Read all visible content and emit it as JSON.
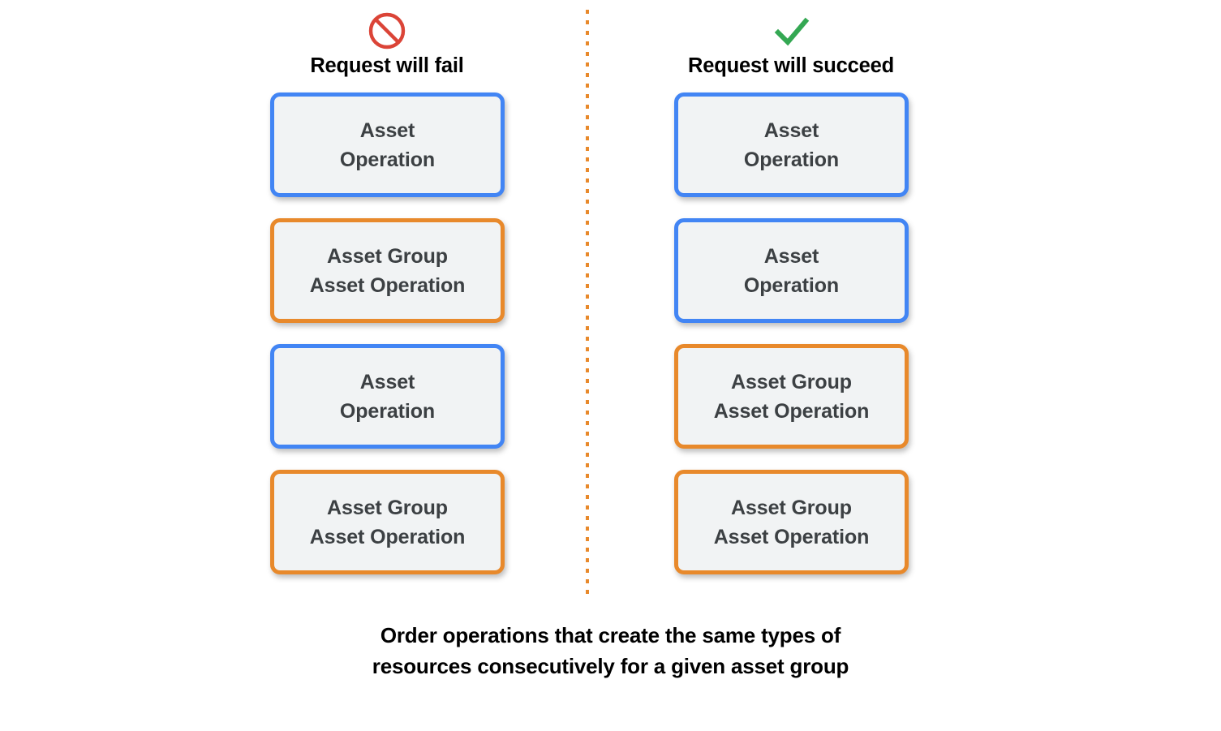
{
  "colors": {
    "blue": "#4285F4",
    "orange": "#E8892B",
    "card_fill": "#F1F3F4",
    "card_text": "#3C4043",
    "heading_text": "#000000",
    "fail_icon": "#DB4437",
    "success_icon": "#34A853",
    "background": "#FFFFFF"
  },
  "columns": [
    {
      "id": "fail",
      "icon": "prohibition-icon",
      "header": "Request will fail",
      "cards": [
        {
          "type": "asset-operation",
          "color": "blue",
          "text": "Asset\nOperation"
        },
        {
          "type": "asset-group-asset-operation",
          "color": "orange",
          "text": "Asset Group\nAsset Operation"
        },
        {
          "type": "asset-operation",
          "color": "blue",
          "text": "Asset\nOperation"
        },
        {
          "type": "asset-group-asset-operation",
          "color": "orange",
          "text": "Asset Group\nAsset Operation"
        }
      ]
    },
    {
      "id": "succeed",
      "icon": "checkmark-icon",
      "header": "Request will succeed",
      "cards": [
        {
          "type": "asset-operation",
          "color": "blue",
          "text": "Asset\nOperation"
        },
        {
          "type": "asset-operation",
          "color": "blue",
          "text": "Asset\nOperation"
        },
        {
          "type": "asset-group-asset-operation",
          "color": "orange",
          "text": "Asset Group\nAsset Operation"
        },
        {
          "type": "asset-group-asset-operation",
          "color": "orange",
          "text": "Asset Group\nAsset Operation"
        }
      ]
    }
  ],
  "caption": "Order operations that create the same types of\nresources consecutively for a given asset group"
}
